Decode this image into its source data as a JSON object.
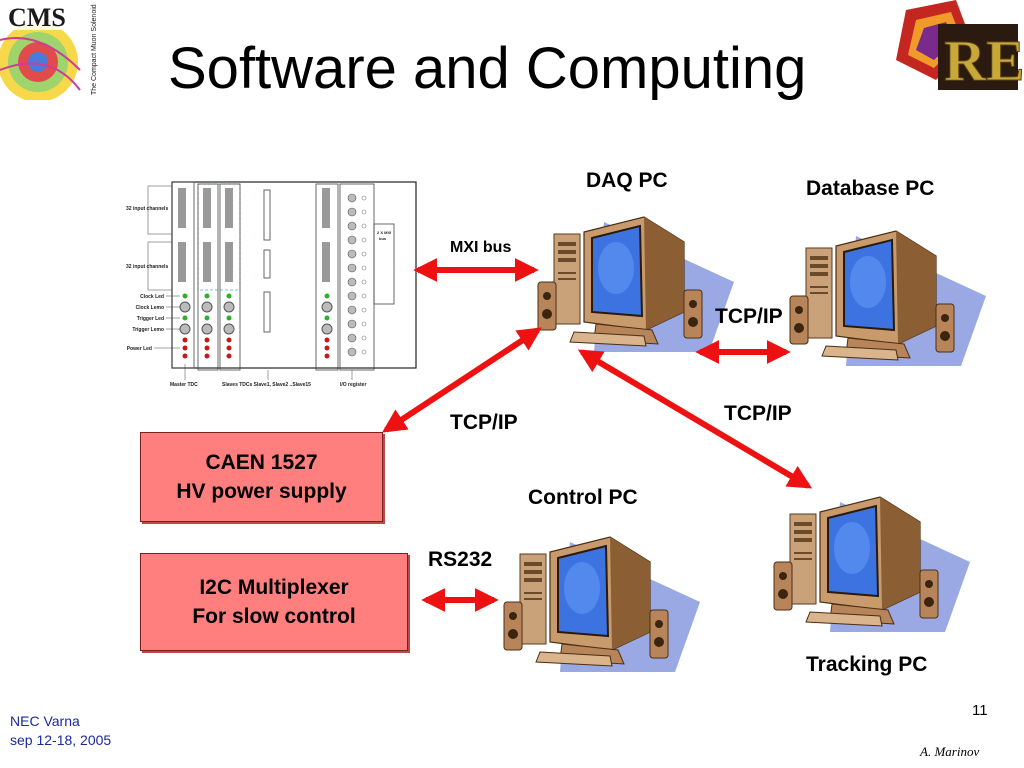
{
  "slide": {
    "title": "Software and Computing",
    "page_number": "11",
    "author": "A. Marinov",
    "footer_line1": "NEC Varna",
    "footer_line2": "sep 12-18, 2005"
  },
  "logos": {
    "left_text": "CMS",
    "left_vertical": "The Compact Muon Solenoid",
    "right_text": "RE"
  },
  "computers": {
    "daq": "DAQ PC",
    "database": "Database PC",
    "control": "Control PC",
    "tracking": "Tracking PC"
  },
  "links": {
    "mxi": "MXI bus",
    "tcpip_db": "TCP/IP",
    "tcpip_caen": "TCP/IP",
    "tcpip_tracking": "TCP/IP",
    "rs232": "RS232"
  },
  "boxes": {
    "caen_line1": "CAEN 1527",
    "caen_line2": "HV power supply",
    "i2c_line1": "I2C Multiplexer",
    "i2c_line2": "For slow control"
  },
  "crate": {
    "ch_top": "32 input channels",
    "ch_bottom": "32 input channels",
    "clock_led": "Clock Led",
    "clock_lemo": "Clock Lemo",
    "trigger_led": "Trigger Led",
    "trigger_lemo": "Trigger Lemo",
    "power_led": "Power Led",
    "master_tdc": "Master TDC",
    "slaves": "Slaves TDCs Slave1, Slave2 ..Slave15",
    "io_register": "I/O register",
    "mxi_module_1": "2 X MXI",
    "mxi_module_2": "bus"
  },
  "colors": {
    "arrow": "#ee1111",
    "box_fill": "#ff7f7f",
    "footer": "#1a2a9a"
  }
}
